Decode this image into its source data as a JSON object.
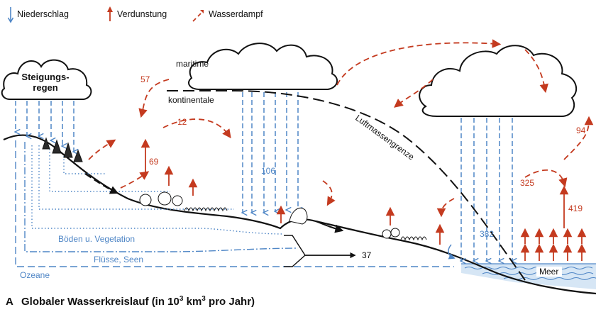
{
  "legend": {
    "precipitation": "Niederschlag",
    "evaporation": "Verdunstung",
    "vapor": "Wasserdampf"
  },
  "labels": {
    "orographic_rain_line1": "Steigungs-",
    "orographic_rain_line2": "regen",
    "maritime": "maritime",
    "continental": "kontinentale",
    "air_mass_boundary": "Luftmassengrenze",
    "soil_vegetation": "Böden u. Vegetation",
    "rivers_lakes": "Flüsse, Seen",
    "oceans": "Ozeane",
    "sea": "Meer"
  },
  "values": {
    "v57": "57",
    "v12": "12",
    "v69": "69",
    "v106": "106",
    "v94": "94",
    "v325": "325",
    "v419": "419",
    "v382": "382",
    "v37": "37"
  },
  "caption": {
    "letter": "A",
    "text_part1": "Globaler Wasserkreislauf (in 10",
    "exp1": "3",
    "text_part2": " km",
    "exp2": "3",
    "text_part3": " pro Jahr)"
  },
  "colors": {
    "blue": "#4f86c6",
    "red": "#c43a1f",
    "black": "#111111",
    "cloud_fill": "#ffffff",
    "water": "#b9d3ec"
  }
}
